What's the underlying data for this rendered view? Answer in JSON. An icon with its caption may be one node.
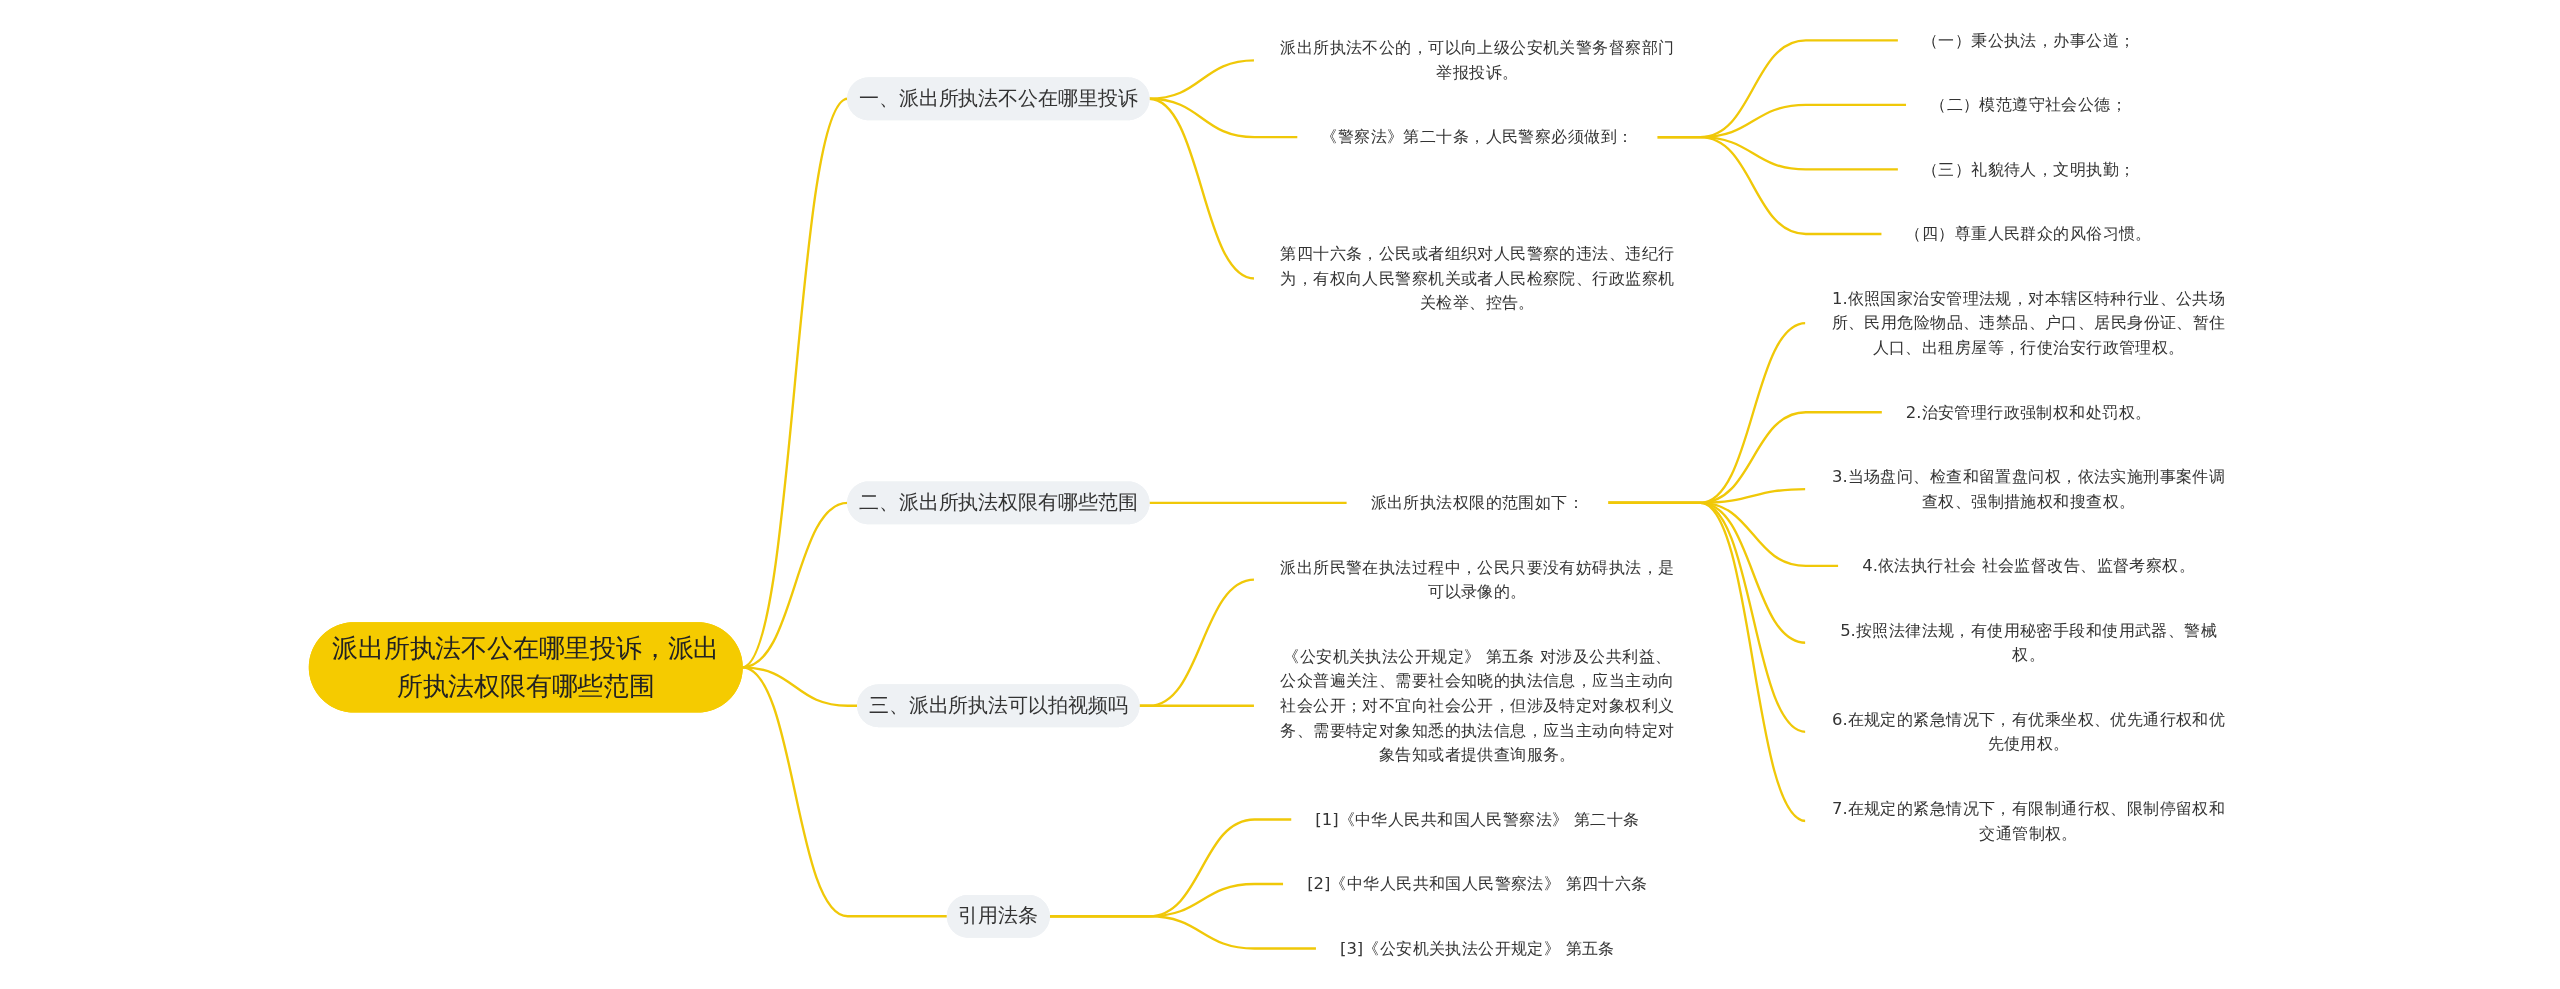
{
  "diagram": {
    "nodes": [
      {
        "text": [
          "派出所执法不公在哪里投诉，派出所执法权限有哪些范围"
        ]
      },
      {
        "text": [
          "一、派出所执法不公在哪里投诉"
        ]
      },
      {
        "text": [
          "派出所执法不公的，可以向上级公安机关警务督察部门举报投诉。"
        ]
      },
      {
        "text": [
          "《警察法》第二十条，人民警察必须做到："
        ]
      },
      {
        "text": [
          "（一）秉公执法，办事公道；"
        ]
      },
      {
        "text": [
          "（二）模范遵守社会公德；"
        ]
      },
      {
        "text": [
          "（三）礼貌待人，文明执勤；"
        ]
      },
      {
        "text": [
          "（四）尊重人民群众的风俗习惯。"
        ]
      },
      {
        "text": [
          "第四十六条，公民或者组织对人民警察的违法、违纪行为，有权向人民警察机关或者人民检察院、行政监察机关检举、控告。"
        ]
      },
      {
        "text": [
          "二、派出所执法权限有哪些范围"
        ]
      },
      {
        "text": [
          "派出所执法权限的范围如下："
        ]
      },
      {
        "text": [
          "1.依照国家治安管理法规，对本辖区特种行业、公共场所、民用危险物品、违禁品、户口、居民身份证、暂住人口、出租房屋等，行使治安行政管理权。"
        ]
      },
      {
        "text": [
          "2.治安管理行政强制权和处罚权。"
        ]
      },
      {
        "text": [
          "3.当场盘问、检查和留置盘问权，依法实施刑事案件调查权、强制措施权和搜查权。"
        ]
      },
      {
        "text": [
          "4.依法执行社会 社会监督改告、监督考察权。"
        ]
      },
      {
        "text": [
          "5.按照法律法规，有使用秘密手段和使用武器、警械权。"
        ]
      },
      {
        "text": [
          "6.在规定的紧急情况下，有优乘坐权、优先通行权和优先使用权。"
        ]
      },
      {
        "text": [
          "7.在规定的紧急情况下，有限制通行权、限制停留权和交通管制权。"
        ]
      },
      {
        "text": [
          "三、派出所执法可以拍视频吗"
        ]
      },
      {
        "text": [
          "派出所民警在执法过程中，公民只要没有妨碍执法，是可以录像的。"
        ]
      },
      {
        "text": [
          "《公安机关执法公开规定》 第五条 对涉及公共利益、公众普遍关注、需要社会知晓的执法信息，应当主动向社会公开；对不宜向社会公开，但涉及特定对象权利义务、需要特定对象知悉的执法信息，应当主动向特定对象告知或者提供查询服务。"
        ]
      },
      {
        "text": [
          "引用法条"
        ]
      },
      {
        "text": [
          "[1]《中华人民共和国人民警察法》 第二十条"
        ]
      },
      {
        "text": [
          "[2]《中华人民共和国人民警察法》 第四十六条"
        ]
      },
      {
        "text": [
          "[3]《公安机关执法公开规定》 第五条"
        ]
      }
    ],
    "edges": [
      {
        "from": 0,
        "to": 1,
        "arrow": "none"
      },
      {
        "from": 1,
        "to": 2,
        "arrow": "none"
      },
      {
        "from": 1,
        "to": 3,
        "arrow": "none"
      },
      {
        "from": 3,
        "to": 4,
        "arrow": "none"
      },
      {
        "from": 3,
        "to": 5,
        "arrow": "none"
      },
      {
        "from": 3,
        "to": 6,
        "arrow": "none"
      },
      {
        "from": 3,
        "to": 7,
        "arrow": "none"
      },
      {
        "from": 1,
        "to": 8,
        "arrow": "none"
      },
      {
        "from": 0,
        "to": 9,
        "arrow": "none"
      },
      {
        "from": 9,
        "to": 10,
        "arrow": "none"
      },
      {
        "from": 10,
        "to": 11,
        "arrow": "none"
      },
      {
        "from": 10,
        "to": 12,
        "arrow": "none"
      },
      {
        "from": 10,
        "to": 13,
        "arrow": "none"
      },
      {
        "from": 10,
        "to": 14,
        "arrow": "none"
      },
      {
        "from": 10,
        "to": 15,
        "arrow": "none"
      },
      {
        "from": 10,
        "to": 16,
        "arrow": "none"
      },
      {
        "from": 10,
        "to": 17,
        "arrow": "none"
      },
      {
        "from": 0,
        "to": 18,
        "arrow": "none"
      },
      {
        "from": 18,
        "to": 19,
        "arrow": "none"
      },
      {
        "from": 18,
        "to": 20,
        "arrow": "none"
      },
      {
        "from": 0,
        "to": 21,
        "arrow": "none"
      },
      {
        "from": 21,
        "to": 22,
        "arrow": "none"
      },
      {
        "from": 21,
        "to": 23,
        "arrow": "none"
      },
      {
        "from": 21,
        "to": 24,
        "arrow": "none"
      }
    ]
  }
}
